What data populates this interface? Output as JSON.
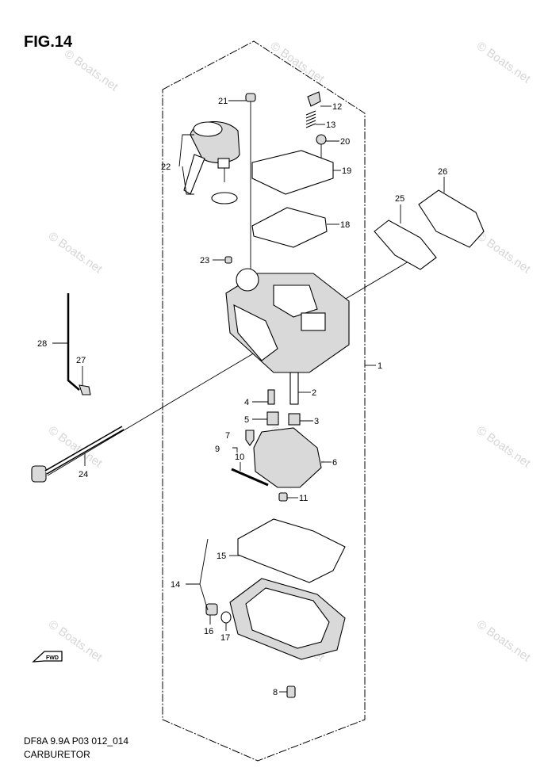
{
  "figure": {
    "title": "FIG.14",
    "code": "DF8A 9.9A P03 012_014",
    "name": "CARBURETOR",
    "watermark": "© Boats.net",
    "fwd_label": "FWD"
  },
  "callouts": [
    {
      "id": "c1",
      "label": "1"
    },
    {
      "id": "c2",
      "label": "2"
    },
    {
      "id": "c3",
      "label": "3"
    },
    {
      "id": "c4",
      "label": "4"
    },
    {
      "id": "c5",
      "label": "5"
    },
    {
      "id": "c6",
      "label": "6"
    },
    {
      "id": "c7",
      "label": "7"
    },
    {
      "id": "c8",
      "label": "8"
    },
    {
      "id": "c9",
      "label": "9"
    },
    {
      "id": "c10",
      "label": "10"
    },
    {
      "id": "c11",
      "label": "11"
    },
    {
      "id": "c12",
      "label": "12"
    },
    {
      "id": "c13",
      "label": "13"
    },
    {
      "id": "c14",
      "label": "14"
    },
    {
      "id": "c15",
      "label": "15"
    },
    {
      "id": "c16",
      "label": "16"
    },
    {
      "id": "c17",
      "label": "17"
    },
    {
      "id": "c18",
      "label": "18"
    },
    {
      "id": "c19",
      "label": "19"
    },
    {
      "id": "c20",
      "label": "20"
    },
    {
      "id": "c21",
      "label": "21"
    },
    {
      "id": "c22",
      "label": "22"
    },
    {
      "id": "c23",
      "label": "23"
    },
    {
      "id": "c24",
      "label": "24"
    },
    {
      "id": "c25",
      "label": "25"
    },
    {
      "id": "c26",
      "label": "26"
    },
    {
      "id": "c27",
      "label": "27"
    },
    {
      "id": "c28",
      "label": "28"
    }
  ]
}
